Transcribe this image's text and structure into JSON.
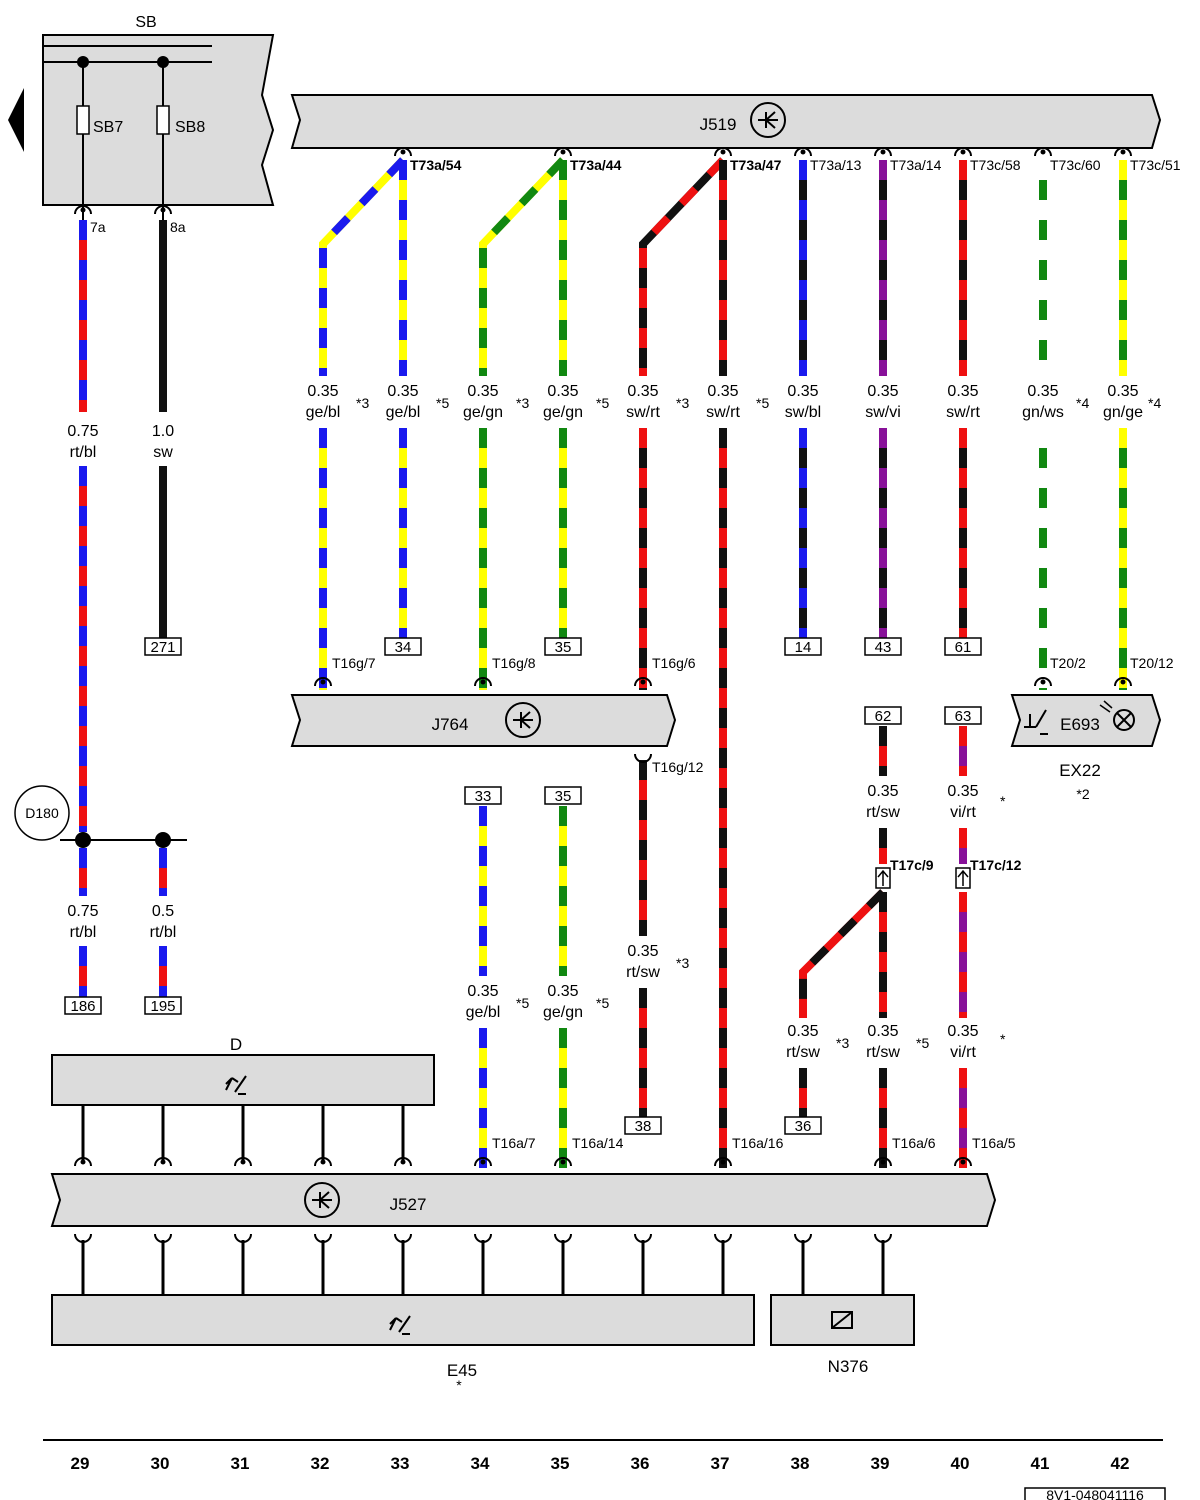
{
  "page_id": "8V1-048041116",
  "components": {
    "sb": "SB",
    "sb7": "SB7",
    "sb8": "SB8",
    "j519": "J519",
    "j764": "J764",
    "j527": "J527",
    "e693": "E693",
    "ex22": "EX22",
    "ex22_note": "*2",
    "d": "D",
    "d180": "D180",
    "e45": "E45",
    "e45_note": "*",
    "n376": "N376"
  },
  "pins": {
    "sb_7a": "7a",
    "sb_8a": "8a",
    "j519_1": "T73a/54",
    "j519_2": "T73a/44",
    "j519_3": "T73a/47",
    "j519_4": "T73a/13",
    "j519_5": "T73a/14",
    "j519_6": "T73c/58",
    "j519_7": "T73c/60",
    "j519_8": "T73c/51",
    "j764_a": "T16g/7",
    "j764_b": "T16g/8",
    "j764_c": "T16g/6",
    "j764_d": "T16g/12",
    "e693_a": "T20/2",
    "e693_b": "T20/12",
    "t17c_9": "T17c/9",
    "t17c_12": "T17c/12",
    "j527_a": "T16a/7",
    "j527_b": "T16a/14",
    "j527_c": "T16a/16",
    "j527_d": "T16a/6",
    "j527_e": "T16a/5"
  },
  "wires": {
    "w29a": {
      "size": "0.75",
      "color": "rt/bl"
    },
    "w30a": {
      "size": "1.0",
      "color": "sw"
    },
    "w29b": {
      "size": "0.75",
      "color": "rt/bl"
    },
    "w30b": {
      "size": "0.5",
      "color": "rt/bl"
    },
    "w32": {
      "size": "0.35",
      "color": "ge/bl",
      "note": "*3"
    },
    "w33": {
      "size": "0.35",
      "color": "ge/bl",
      "note": "*5"
    },
    "w34a": {
      "size": "0.35",
      "color": "ge/gn",
      "note": "*3"
    },
    "w35a": {
      "size": "0.35",
      "color": "ge/gn",
      "note": "*5"
    },
    "w36a": {
      "size": "0.35",
      "color": "sw/rt",
      "note": "*3"
    },
    "w37": {
      "size": "0.35",
      "color": "sw/rt",
      "note": "*5"
    },
    "w38a": {
      "size": "0.35",
      "color": "sw/bl"
    },
    "w39a": {
      "size": "0.35",
      "color": "sw/vi"
    },
    "w40a": {
      "size": "0.35",
      "color": "sw/rt"
    },
    "w41": {
      "size": "0.35",
      "color": "gn/ws",
      "note": "*4"
    },
    "w42": {
      "size": "0.35",
      "color": "gn/ge",
      "note": "*4"
    },
    "w39b": {
      "size": "0.35",
      "color": "rt/sw"
    },
    "w40b": {
      "size": "0.35",
      "color": "vi/rt",
      "note": "*"
    },
    "w36b": {
      "size": "0.35",
      "color": "rt/sw",
      "note": "*3"
    },
    "w34b": {
      "size": "0.35",
      "color": "ge/bl",
      "note": "*5"
    },
    "w35b": {
      "size": "0.35",
      "color": "ge/gn",
      "note": "*5"
    },
    "w38b": {
      "size": "0.35",
      "color": "rt/sw",
      "note": "*3"
    },
    "w39c": {
      "size": "0.35",
      "color": "rt/sw",
      "note": "*5"
    },
    "w40c": {
      "size": "0.35",
      "color": "vi/rt",
      "note": "*"
    }
  },
  "refs": {
    "r271": "271",
    "r34": "34",
    "r35": "35",
    "r14": "14",
    "r43": "43",
    "r61": "61",
    "r62": "62",
    "r63": "63",
    "r33": "33",
    "r35b": "35",
    "r186": "186",
    "r195": "195",
    "r38": "38",
    "r36": "36"
  },
  "columns": [
    "29",
    "30",
    "31",
    "32",
    "33",
    "34",
    "35",
    "36",
    "37",
    "38",
    "39",
    "40",
    "41",
    "42"
  ],
  "wire_colors": {
    "rt": "#ee1111",
    "bl": "#1a1aee",
    "ge": "#ffff00",
    "gn": "#118811",
    "sw": "#111111",
    "vi": "#881199",
    "ws": "#ffffff"
  }
}
